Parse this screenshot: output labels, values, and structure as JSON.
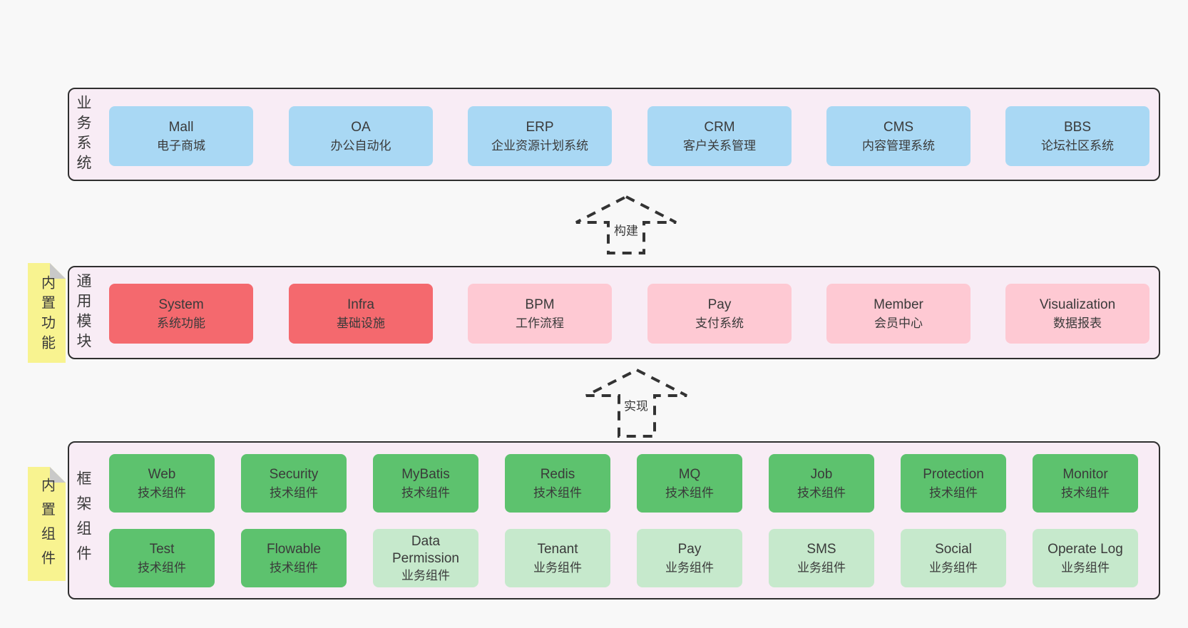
{
  "colors": {
    "page_bg": "#f8f8f8",
    "band_bg": "#f8ecf5",
    "border": "#2f2f2f",
    "blue": "#a9d8f4",
    "red": "#f4696e",
    "pink": "#fec9d3",
    "green": "#5dc26e",
    "light_green": "#c6e9cc",
    "note_yellow": "#f8f390",
    "text": "#3a3a3a"
  },
  "arrows": {
    "build": "构建",
    "implement": "实现"
  },
  "bands": {
    "business": {
      "label": "业务系统",
      "boxes": [
        {
          "name": "Mall",
          "desc": "电子商城"
        },
        {
          "name": "OA",
          "desc": "办公自动化"
        },
        {
          "name": "ERP",
          "desc": "企业资源计划系统"
        },
        {
          "name": "CRM",
          "desc": "客户关系管理"
        },
        {
          "name": "CMS",
          "desc": "内容管理系统"
        },
        {
          "name": "BBS",
          "desc": "论坛社区系统"
        }
      ]
    },
    "modules": {
      "label": "通用模块",
      "note": "内置功能",
      "boxes": [
        {
          "name": "System",
          "desc": "系统功能"
        },
        {
          "name": "Infra",
          "desc": "基础设施"
        },
        {
          "name": "BPM",
          "desc": "工作流程"
        },
        {
          "name": "Pay",
          "desc": "支付系统"
        },
        {
          "name": "Member",
          "desc": "会员中心"
        },
        {
          "name": "Visualization",
          "desc": "数据报表"
        }
      ]
    },
    "components": {
      "label": "框架组件",
      "note": "内置组件",
      "row1": [
        {
          "name": "Web",
          "desc": "技术组件"
        },
        {
          "name": "Security",
          "desc": "技术组件"
        },
        {
          "name": "MyBatis",
          "desc": "技术组件"
        },
        {
          "name": "Redis",
          "desc": "技术组件"
        },
        {
          "name": "MQ",
          "desc": "技术组件"
        },
        {
          "name": "Job",
          "desc": "技术组件"
        },
        {
          "name": "Protection",
          "desc": "技术组件"
        },
        {
          "name": "Monitor",
          "desc": "技术组件"
        }
      ],
      "row2": [
        {
          "name": "Test",
          "desc": "技术组件"
        },
        {
          "name": "Flowable",
          "desc": "技术组件"
        },
        {
          "name": "Data Permission",
          "desc": "业务组件"
        },
        {
          "name": "Tenant",
          "desc": "业务组件"
        },
        {
          "name": "Pay",
          "desc": "业务组件"
        },
        {
          "name": "SMS",
          "desc": "业务组件"
        },
        {
          "name": "Social",
          "desc": "业务组件"
        },
        {
          "name": "Operate Log",
          "desc": "业务组件"
        }
      ]
    }
  }
}
